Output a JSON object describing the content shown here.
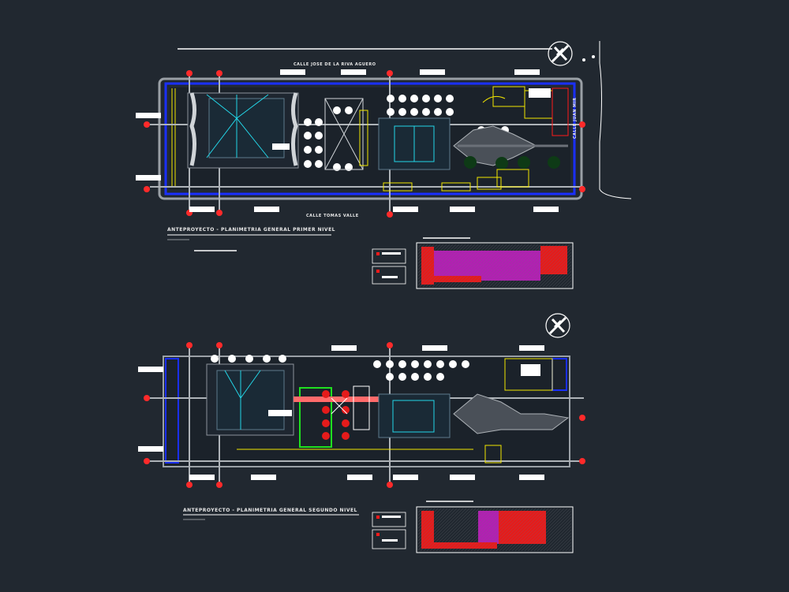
{
  "drawing": {
    "background": "#212830",
    "colors": {
      "outline": "#ffffff",
      "blue": "#1a2fff",
      "yellow": "#f2e600",
      "green": "#1fe01f",
      "cyan": "#23d6e8",
      "red": "#ff1a1a",
      "magenta": "#b21fb2",
      "grey": "#9aa0a6"
    }
  },
  "plan1": {
    "street_top": "CALLE JOSE DE LA RIVA AGUERO",
    "street_bottom": "CALLE TOMAS VALLE",
    "street_right": "CALLE JUAN MIR",
    "title": "ANTEPROYECTO - PLANIMETRIA GENERAL PRIMER NIVEL"
  },
  "plan2": {
    "title": "ANTEPROYECTO - PLANIMETRIA GENERAL SEGUNDO NIVEL"
  },
  "icons": {
    "north1": "north-arrow-icon",
    "north2": "north-arrow-icon"
  }
}
